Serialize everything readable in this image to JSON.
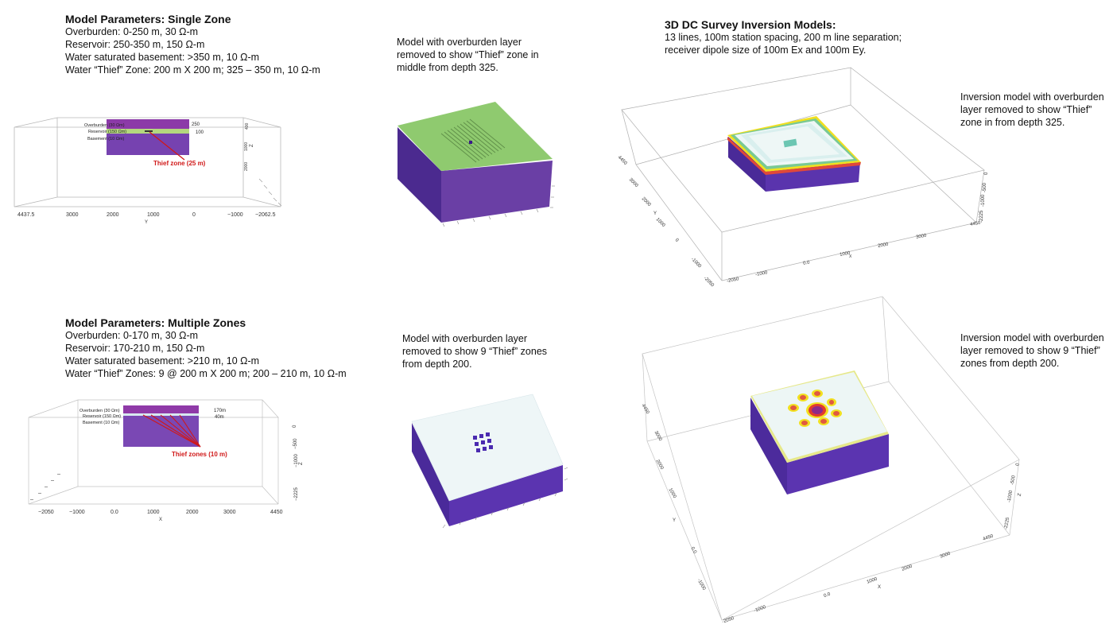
{
  "single_zone": {
    "title": "Model Parameters: Single Zone",
    "lines": [
      "Overburden: 0-250 m, 30 Ω-m",
      "Reservoir: 250-350 m, 150 Ω-m",
      "Water saturated basement: >350 m, 10 Ω-m",
      "Water “Thief” Zone: 200 m X 200 m; 325 – 350 m, 10 Ω-m"
    ],
    "figure": {
      "layer_labels": [
        "Overburden (30 Ωm)",
        "Reservoir (150 Ωm)",
        "Basement (10 Ωm)"
      ],
      "depth_labels": [
        "250",
        "100"
      ],
      "thief_label": "Thief zone (25 m)",
      "x_ticks": [
        "4437.5",
        "3000",
        "2000",
        "1000",
        "0",
        "−1000",
        "−2062.5"
      ],
      "x_axis_label": "Y",
      "z_ticks": [
        "400",
        "1000",
        "2000"
      ],
      "z_axis_label": "Z"
    }
  },
  "multiple_zones": {
    "title": "Model Parameters: Multiple Zones",
    "lines": [
      "Overburden: 0-170 m, 30 Ω-m",
      "Reservoir: 170-210 m, 150 Ω-m",
      "Water saturated basement: >210 m, 10 Ω-m",
      "Water “Thief” Zones: 9 @ 200 m X 200 m; 200 – 210 m, 10 Ω-m"
    ],
    "figure": {
      "layer_labels": [
        "Overburden (30 Ωm)",
        "Reservoir (150 Ωm)",
        "Basement (10 Ωm)"
      ],
      "depth_labels": [
        "170m",
        "40m"
      ],
      "thief_label": "Thief zones (10 m)",
      "x_ticks": [
        "−2050",
        "−1000",
        "0.0",
        "1000",
        "2000",
        "3000",
        "4450"
      ],
      "x_axis_label": "X",
      "z_ticks": [
        "0",
        "−500",
        "−1000",
        "−2225"
      ],
      "z_axis_label": "Z"
    }
  },
  "captions": {
    "single_model": [
      "Model with overburden layer",
      "removed to show “Thief” zone in",
      "middle from depth 325."
    ],
    "multi_model": [
      "Model with overburden layer",
      "removed to show 9 “Thief” zones",
      "from depth 200."
    ],
    "single_inversion": [
      "Inversion model with overburden",
      "layer removed to show “Thief”",
      "zone in from depth 325."
    ],
    "multi_inversion": [
      "Inversion model with overburden",
      "layer removed to show 9 “Thief”",
      "zones from depth 200."
    ]
  },
  "survey": {
    "title": "3D DC Survey Inversion Models:",
    "lines": [
      "13 lines, 100m station spacing, 200 m line separation;",
      "receiver dipole size of 100m Ex and 100m Ey."
    ]
  },
  "inversion_top": {
    "x_ticks": [
      "-2050",
      "-1000",
      "0.0",
      "1000",
      "2000",
      "3000",
      "4450"
    ],
    "x_axis_label": "X",
    "y_ticks": [
      "-2050",
      "-1000",
      "0",
      "1000",
      "2000",
      "3000",
      "4450"
    ],
    "y_axis_label": "Y",
    "z_ticks": [
      "0",
      "-500",
      "-1000",
      "-2225"
    ]
  },
  "inversion_bottom": {
    "x_ticks": [
      "-2050",
      "-1000",
      "0.0",
      "1000",
      "2000",
      "3000",
      "4450"
    ],
    "x_axis_label": "X",
    "y_ticks": [
      "-1000",
      "0.0",
      "1000",
      "2000",
      "3000",
      "4450"
    ],
    "y_axis_label": "Y",
    "z_ticks": [
      "0",
      "-500",
      "-1000",
      "-2225"
    ],
    "z_axis_label": "Z"
  },
  "colors": {
    "overburden": "#7b2f9e",
    "basement": "#5a2ea8",
    "reservoir": "#9ccf6a",
    "model_top": "#8fca6f",
    "inversion_surface": "#eef6f5",
    "thief_marker": "#d01818"
  }
}
